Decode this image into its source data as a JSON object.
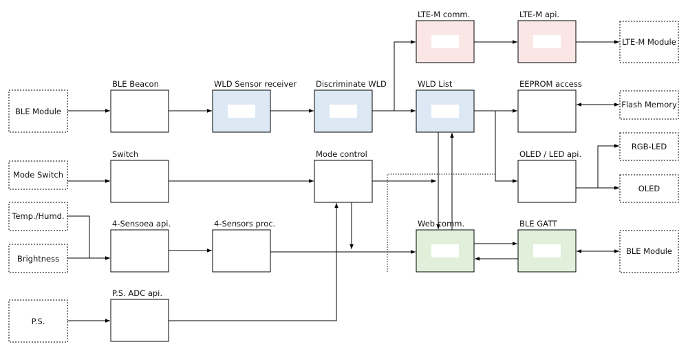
{
  "colors": {
    "plain": "#ffffff",
    "blue": "#dce9f5",
    "pink": "#fbe6e6",
    "green": "#e2efda",
    "inner": "#ffffff",
    "line": "#000000"
  },
  "external": {
    "ble_module_in": "BLE Module",
    "mode_switch": "Mode Switch",
    "temp_humd": "Temp./Humd.",
    "brightness": "Brightness",
    "ps": "P.S.",
    "lte_module": "LTE-M Module",
    "flash_memory": "Flash Memory",
    "rgb_led": "RGB-LED",
    "oled": "OLED",
    "ble_module_out": "BLE Module"
  },
  "blocks": {
    "ble_beacon": "BLE Beacon",
    "wld_sensor_receiver": "WLD Sensor receiver",
    "discriminate_wld": "Discriminate WLD",
    "lte_comm": "LTE-M comm.",
    "lte_api": "LTE-M api.",
    "wld_list": "WLD List",
    "eeprom_access": "EEPROM access",
    "switch": "Switch",
    "mode_control": "Mode control",
    "oled_led_api": "OLED / LED api.",
    "sensors_api": "4-Sensoea api.",
    "sensors_proc": "4-Sensors proc.",
    "web_comm": "Web comm.",
    "ble_gatt": "BLE GATT",
    "ps_adc_api": "P.S. ADC api."
  }
}
